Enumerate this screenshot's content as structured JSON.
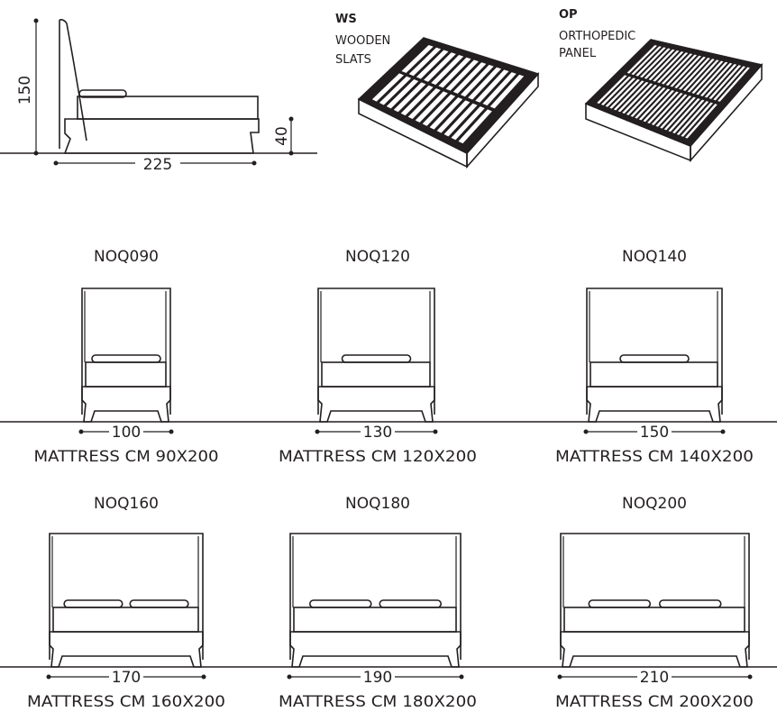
{
  "side_view": {
    "height": "150",
    "length": "225",
    "leg_height": "40"
  },
  "bases": [
    {
      "code": "WS",
      "line1": "WOODEN",
      "line2": "SLATS"
    },
    {
      "code": "OP",
      "line1": "ORTHOPEDIC",
      "line2": "PANEL"
    }
  ],
  "models": [
    {
      "code": "NOQ090",
      "width": "100",
      "mattress": "MATTRESS CM 90X200"
    },
    {
      "code": "NOQ120",
      "width": "130",
      "mattress": "MATTRESS CM 120X200"
    },
    {
      "code": "NOQ140",
      "width": "150",
      "mattress": "MATTRESS CM 140X200"
    },
    {
      "code": "NOQ160",
      "width": "170",
      "mattress": "MATTRESS CM 160X200"
    },
    {
      "code": "NOQ180",
      "width": "190",
      "mattress": "MATTRESS CM 180X200"
    },
    {
      "code": "NOQ200",
      "width": "210",
      "mattress": "MATTRESS CM 200X200"
    }
  ],
  "colors": {
    "line": "#231f20",
    "dark_fill": "#231f20",
    "paper": "#ffffff"
  }
}
